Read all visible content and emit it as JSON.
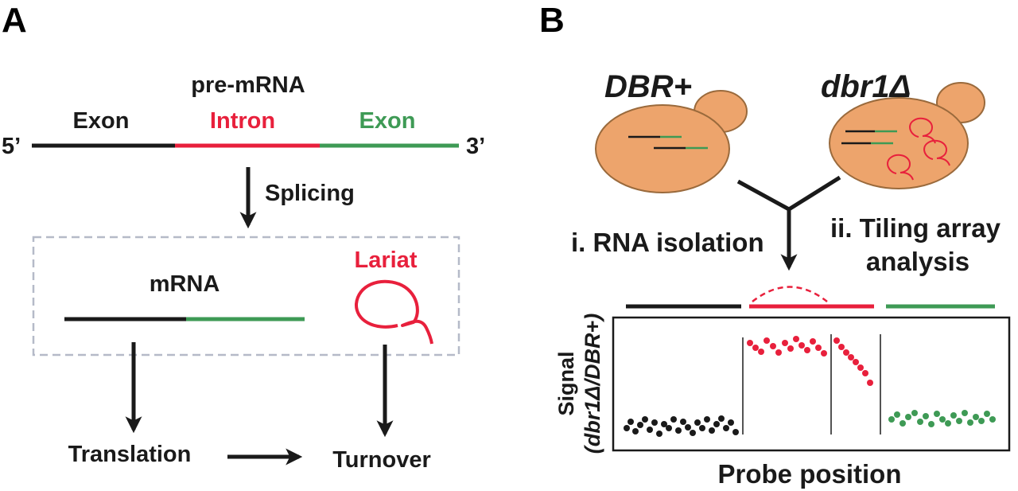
{
  "panel_a": {
    "letter": "A",
    "pre_mrna_label": "pre-mRNA",
    "five_prime": "5’",
    "three_prime": "3’",
    "exon1_label": "Exon",
    "intron_label": "Intron",
    "exon2_label": "Exon",
    "splicing_label": "Splicing",
    "mrna_label": "mRNA",
    "lariat_label": "Lariat",
    "translation_label": "Translation",
    "turnover_label": "Turnover"
  },
  "panel_b": {
    "letter": "B",
    "wt_strain": "DBR+",
    "mutant_strain": "dbr1Δ",
    "step1": "i. RNA isolation",
    "step2_line1": "ii. Tiling array",
    "step2_line2": "analysis",
    "ylabel_line1": "Signal",
    "ylabel_line2": "(dbr1Δ/DBR+)",
    "xlabel": "Probe position"
  },
  "colors": {
    "exon1": "#1a1a1a",
    "intron": "#e8203c",
    "exon2": "#3e9a55",
    "cell_fill": "#eda46c",
    "cell_stroke": "#9a6a3c",
    "box_dash": "#b5bac8"
  }
}
